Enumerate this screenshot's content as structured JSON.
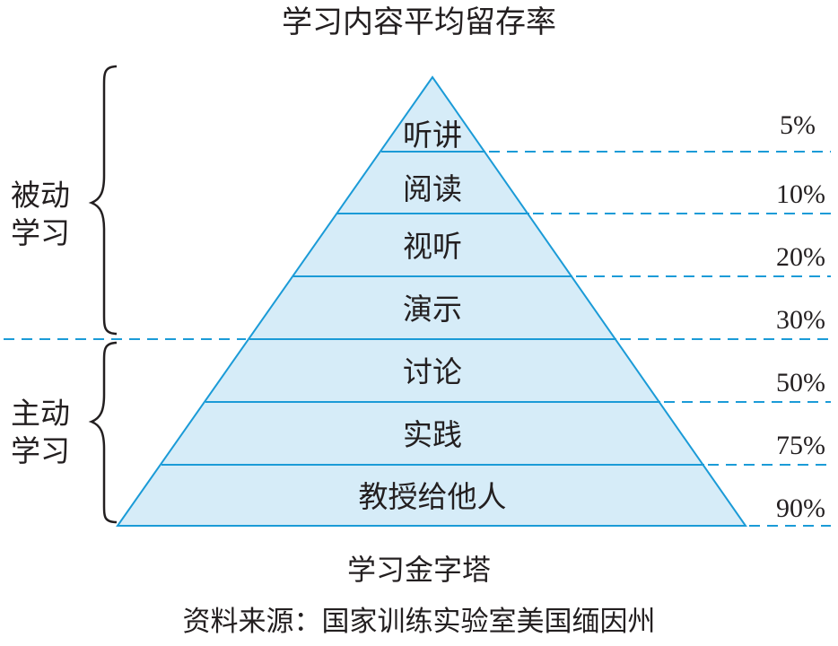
{
  "title": "学习内容平均留存率",
  "groups": [
    {
      "line1": "被动",
      "line2": "学习"
    },
    {
      "line1": "主动",
      "line2": "学习"
    }
  ],
  "layers": [
    {
      "label": "听讲",
      "retention": "5%"
    },
    {
      "label": "阅读",
      "retention": "10%"
    },
    {
      "label": "视听",
      "retention": "20%"
    },
    {
      "label": "演示",
      "retention": "30%"
    },
    {
      "label": "讨论",
      "retention": "50%"
    },
    {
      "label": "实践",
      "retention": "75%"
    },
    {
      "label": "教授给他人",
      "retention": "90%"
    }
  ],
  "caption": "学习金字塔",
  "source": "资料来源：国家训练实验室美国缅因州",
  "colors": {
    "pyramid_fill": "#d6ecf8",
    "line": "#1b9bd7",
    "text": "#231f20"
  }
}
